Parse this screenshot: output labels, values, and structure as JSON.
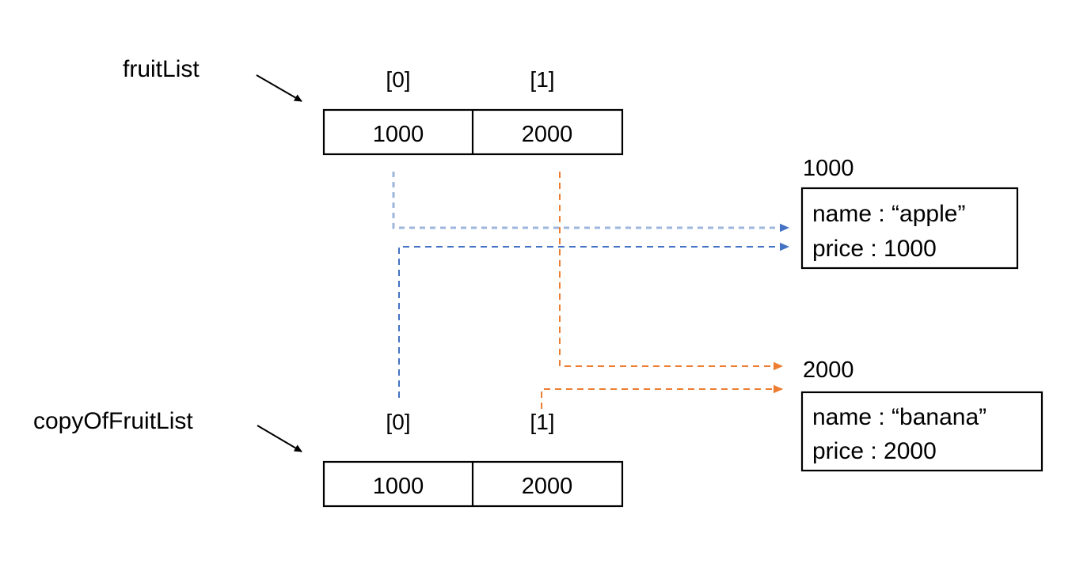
{
  "diagram": {
    "title": "fruitList and copyOfFruitList shallow copy reference diagram",
    "colors": {
      "stroke": "#000000",
      "blue_light": "#9DB6DC",
      "blue": "#4472C4",
      "orange": "#ED7D31",
      "background": "#ffffff"
    },
    "variables": {
      "original_label": "fruitList",
      "copy_label": "copyOfFruitList"
    },
    "arrays": {
      "original": {
        "name": "fruitList",
        "indices": [
          "[0]",
          "[1]"
        ],
        "cells": [
          "1000",
          "2000"
        ]
      },
      "copy": {
        "name": "copyOfFruitList",
        "indices": [
          "[0]",
          "[1]"
        ],
        "cells": [
          "1000",
          "2000"
        ]
      }
    },
    "objects": [
      {
        "address": "1000",
        "fields": [
          "name : “apple”",
          "price : 1000"
        ]
      },
      {
        "address": "2000",
        "fields": [
          "name : “banana”",
          "price : 2000"
        ]
      }
    ]
  }
}
